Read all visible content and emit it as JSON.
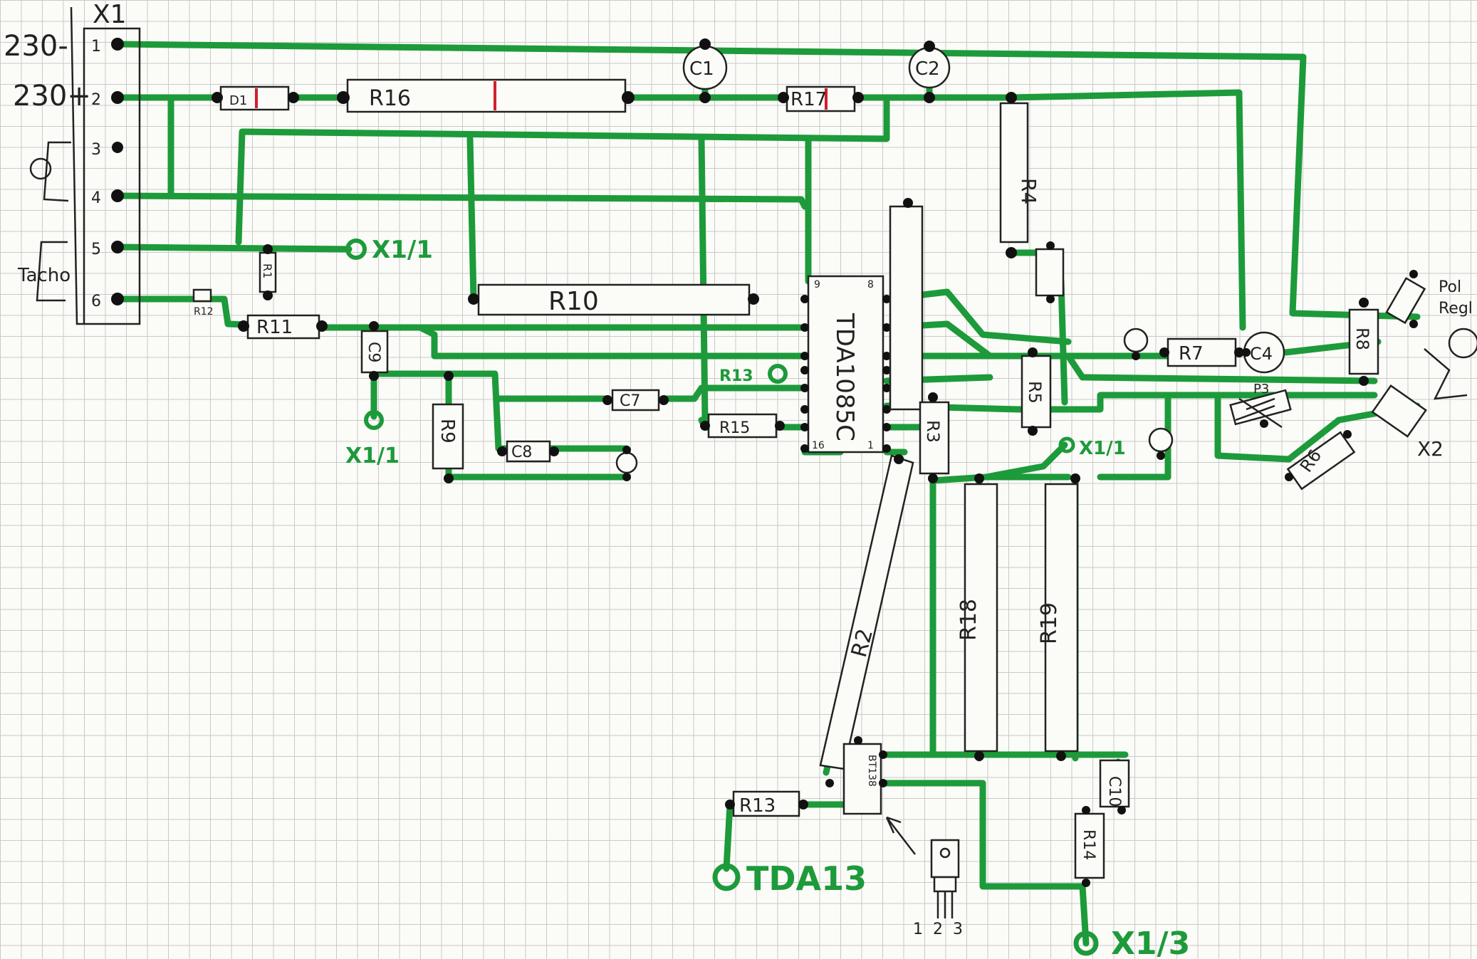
{
  "connector_x1": {
    "name": "X1",
    "pins": [
      "1",
      "2",
      "3",
      "4",
      "5",
      "6"
    ],
    "left_labels": [
      "230-",
      "230+",
      "Tacho"
    ]
  },
  "ic": {
    "name": "TDA1085C",
    "pins_marked": [
      "9",
      "8",
      "16",
      "1"
    ]
  },
  "resistors": [
    "R16",
    "R17",
    "R4",
    "R10",
    "R11",
    "R7",
    "R8",
    "R5",
    "R9",
    "R15",
    "R3",
    "R6",
    "R18",
    "R19",
    "R2",
    "R13",
    "R14",
    "R1"
  ],
  "capacitors": [
    "C1",
    "C2",
    "C9",
    "C7",
    "C8",
    "C4",
    "C10"
  ],
  "small_parts": [
    "D1",
    "R12"
  ],
  "other_parts": [
    "P3",
    "BT138"
  ],
  "terminals": [
    "X1/1",
    "X1/1",
    "X1/1",
    "R13",
    "TDA13",
    "X1/3"
  ],
  "connector_x2": {
    "name": "X2",
    "labels": [
      "Pol",
      "Regl"
    ]
  },
  "triac_pins": [
    "1",
    "2",
    "3"
  ]
}
